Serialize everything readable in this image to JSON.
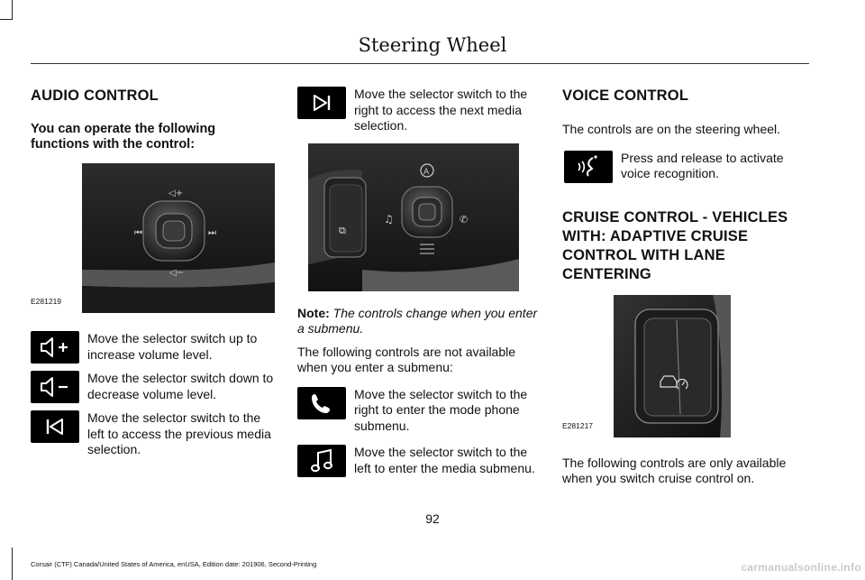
{
  "header": {
    "title": "Steering Wheel"
  },
  "audio": {
    "heading": "AUDIO CONTROL",
    "intro": "You can operate the following functions with the control:",
    "figure_code": "E281219",
    "items": [
      {
        "icon": "volume-up-icon",
        "text": "Move the selector switch up to increase volume level."
      },
      {
        "icon": "volume-down-icon",
        "text": "Move the selector switch down to decrease volume level."
      },
      {
        "icon": "skip-previous-icon",
        "text": "Move the selector switch to the left to access the previous media selection."
      },
      {
        "icon": "skip-next-icon",
        "text": "Move the selector switch to the right to access the next media selection."
      }
    ]
  },
  "submenu": {
    "note_label": "Note:",
    "note_text": "The controls change when you enter a submenu.",
    "intro": "The following controls are not available when you enter a submenu:",
    "items": [
      {
        "icon": "phone-icon",
        "text": "Move the selector switch to the right to enter the mode phone submenu."
      },
      {
        "icon": "music-note-icon",
        "text": "Move the selector switch to the left to enter the media submenu."
      }
    ]
  },
  "voice": {
    "heading": "VOICE CONTROL",
    "intro": "The controls are on the steering wheel.",
    "item": {
      "icon": "voice-recognition-icon",
      "text": "Press and release to activate voice recognition."
    }
  },
  "cruise": {
    "heading_lines": [
      "CRUISE CONTROL - VEHICLES",
      "WITH: ADAPTIVE CRUISE",
      "CONTROL WITH LANE CENTERING"
    ],
    "figure_code": "E281217",
    "after": "The following controls are only available when you switch cruise control on."
  },
  "footer": {
    "page_number": "92",
    "edition": "Corsair (CTF) Canada/United States of America, enUSA, Edition date: 201906, Second-Printing",
    "watermark": "carmanualsonline.info"
  },
  "colors": {
    "icon_bg": "#000000",
    "icon_fg": "#ffffff"
  }
}
